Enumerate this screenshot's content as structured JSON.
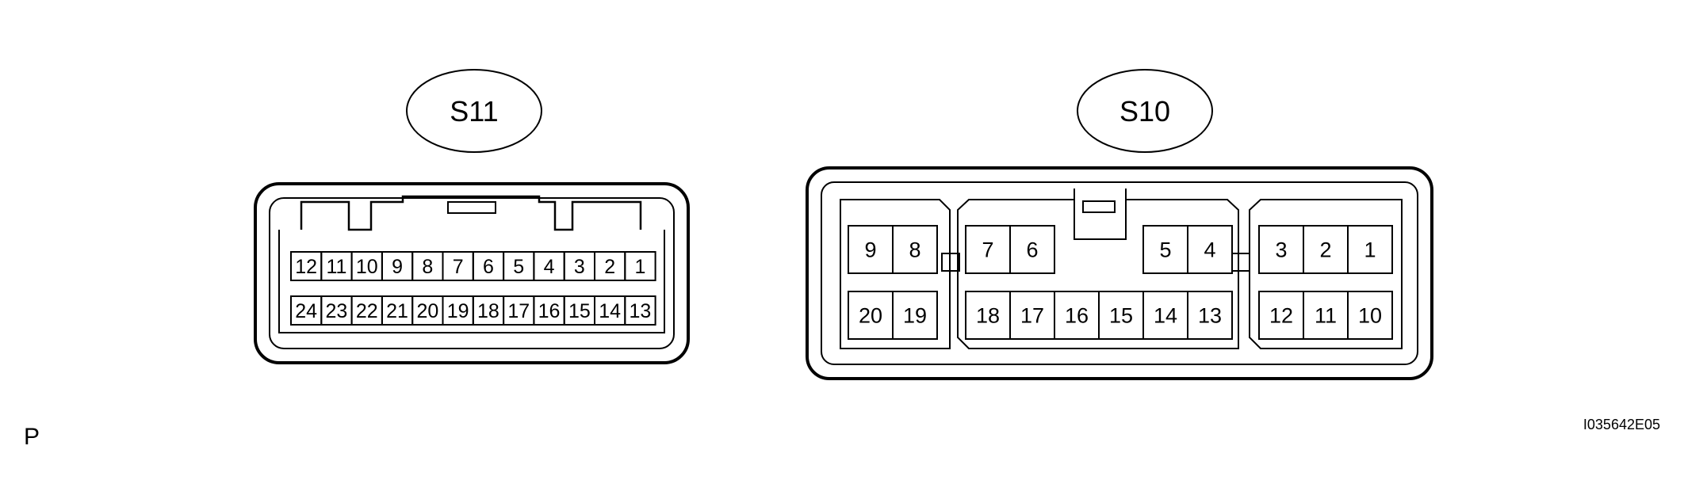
{
  "connectors": [
    {
      "id": "S11",
      "label": "S11",
      "rows": [
        [
          "12",
          "11",
          "10",
          "9",
          "8",
          "7",
          "6",
          "5",
          "4",
          "3",
          "2",
          "1"
        ],
        [
          "24",
          "23",
          "22",
          "21",
          "20",
          "19",
          "18",
          "17",
          "16",
          "15",
          "14",
          "13"
        ]
      ]
    },
    {
      "id": "S10",
      "label": "S10",
      "groups": [
        {
          "top": [
            "9",
            "8"
          ],
          "bottom": [
            "20",
            "19"
          ]
        },
        {
          "top": [
            "7",
            "6",
            "",
            "",
            "5",
            "4"
          ],
          "bottom": [
            "18",
            "17",
            "16",
            "15",
            "14",
            "13"
          ]
        },
        {
          "top": [
            "3",
            "2",
            "1"
          ],
          "bottom": [
            "12",
            "11",
            "10"
          ]
        }
      ]
    }
  ],
  "corner_left": "P",
  "corner_right": "I035642E05"
}
